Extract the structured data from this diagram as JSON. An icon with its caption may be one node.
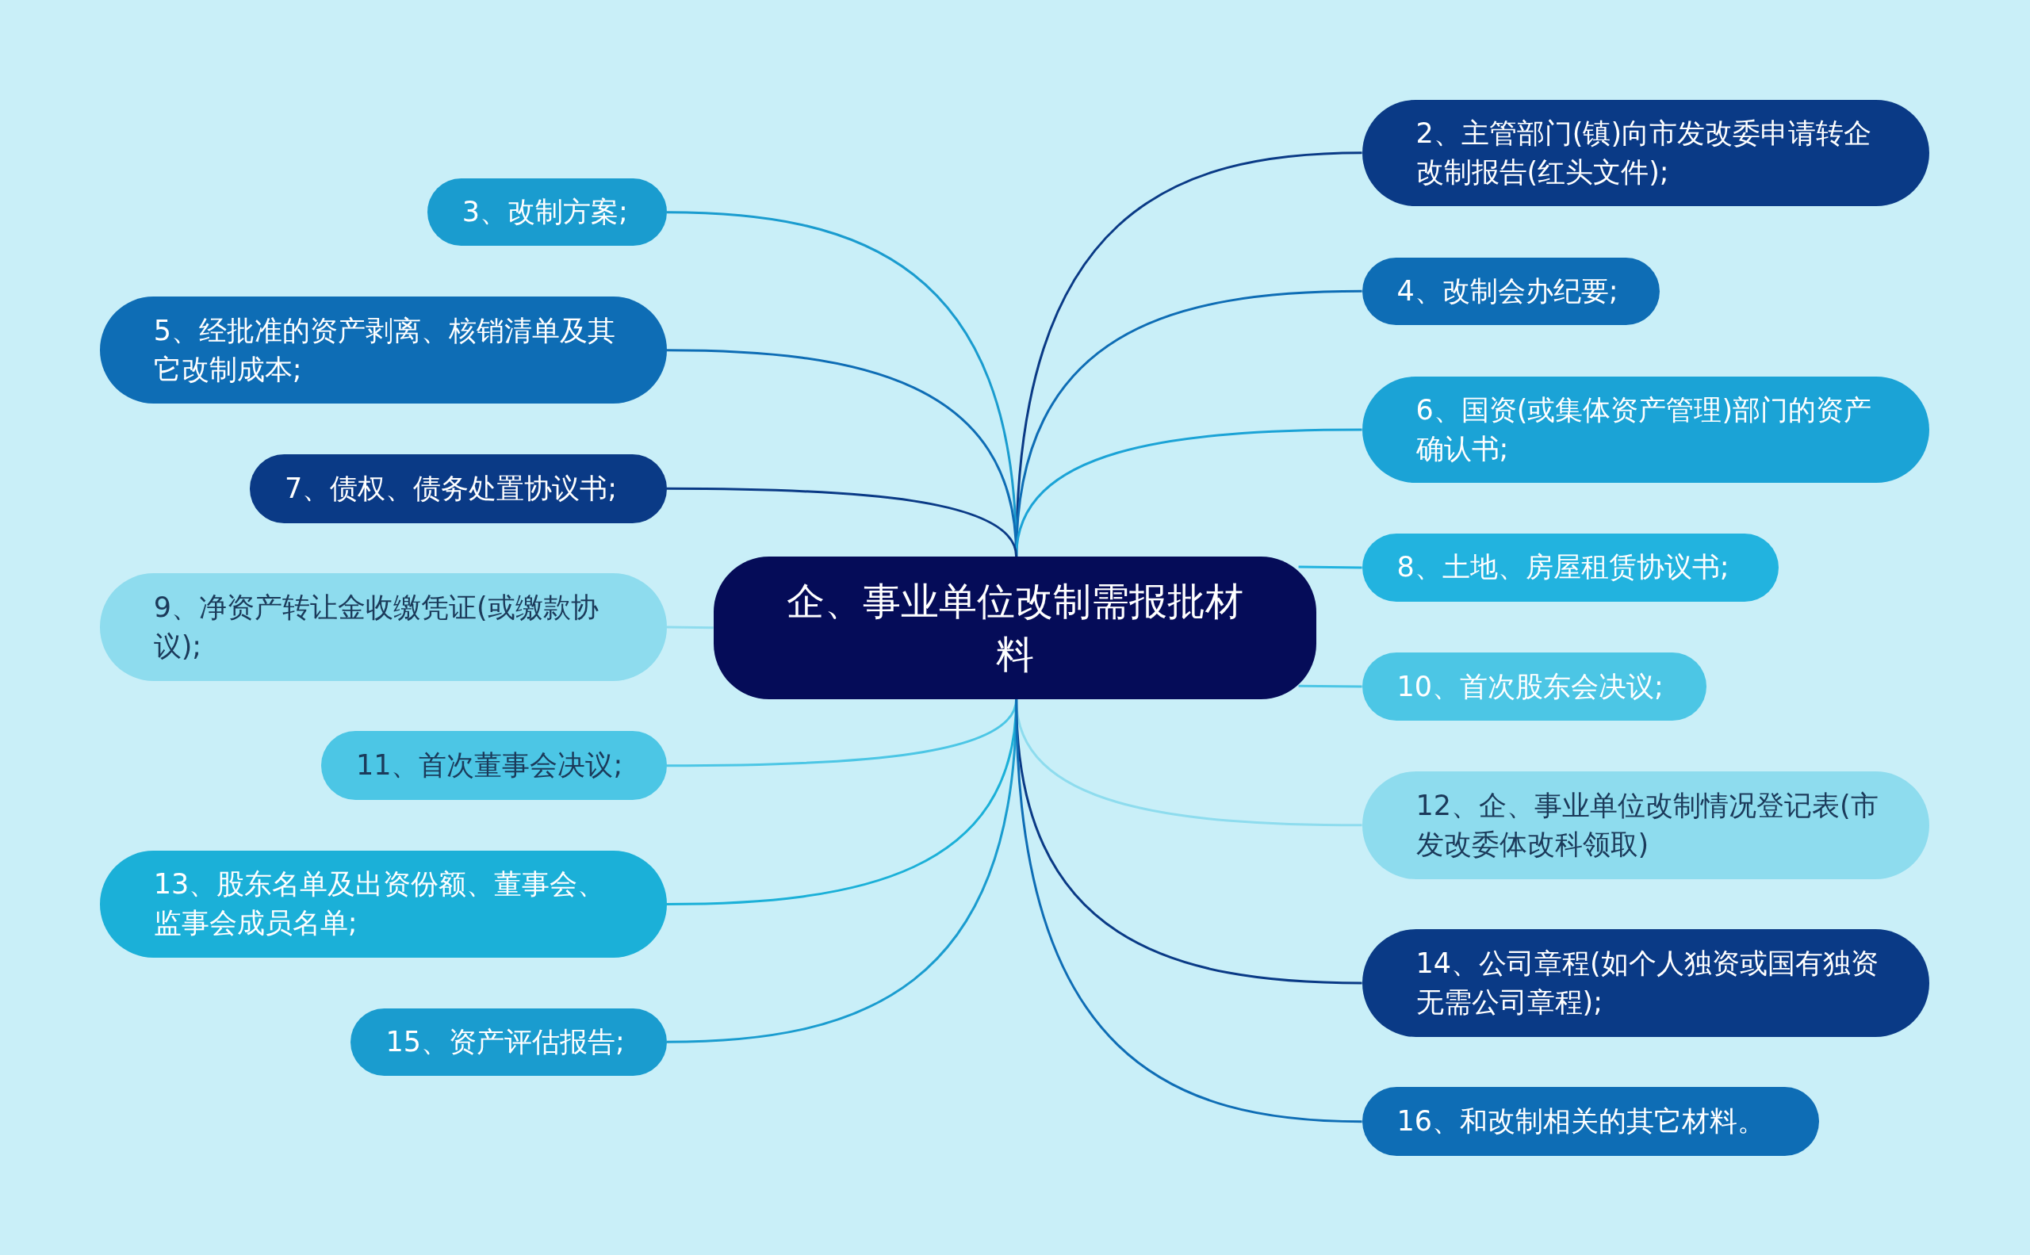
{
  "diagram": {
    "nodes": [
      {
        "text": [
          "企、事业单位改制需报批材料"
        ]
      },
      {
        "text": [
          "2、主管部门(镇)向市发改委申请转企改制报告(红头文件);"
        ]
      },
      {
        "text": [
          "3、改制方案;"
        ]
      },
      {
        "text": [
          "4、改制会办纪要;"
        ]
      },
      {
        "text": [
          "5、经批准的资产剥离、核销清单及其它改制成本;"
        ]
      },
      {
        "text": [
          "6、国资(或集体资产管理)部门的资产确认书;"
        ]
      },
      {
        "text": [
          "7、债权、债务处置协议书;"
        ]
      },
      {
        "text": [
          "8、土地、房屋租赁协议书;"
        ]
      },
      {
        "text": [
          "9、净资产转让金收缴凭证(或缴款协议);"
        ]
      },
      {
        "text": [
          "10、首次股东会决议;"
        ]
      },
      {
        "text": [
          "11、首次董事会决议;"
        ]
      },
      {
        "text": [
          "12、企、事业单位改制情况登记表(市发改委体改科领取)"
        ]
      },
      {
        "text": [
          "13、股东名单及出资份额、董事会、监事会成员名单;"
        ]
      },
      {
        "text": [
          "14、公司章程(如个人独资或国有独资无需公司章程);"
        ]
      },
      {
        "text": [
          "15、资产评估报告;"
        ]
      },
      {
        "text": [
          "16、和改制相关的其它材料。"
        ]
      }
    ],
    "edges": [
      {
        "from": 0,
        "to": 1,
        "arrow": "none",
        "color": "#0a3a86"
      },
      {
        "from": 0,
        "to": 2,
        "arrow": "none",
        "color": "#1a9ccf"
      },
      {
        "from": 0,
        "to": 3,
        "arrow": "none",
        "color": "#0e6db5"
      },
      {
        "from": 0,
        "to": 4,
        "arrow": "none",
        "color": "#0e6db5"
      },
      {
        "from": 0,
        "to": 5,
        "arrow": "none",
        "color": "#1ba3d6"
      },
      {
        "from": 0,
        "to": 6,
        "arrow": "none",
        "color": "#0a3a86"
      },
      {
        "from": 0,
        "to": 7,
        "arrow": "none",
        "color": "#22b3df"
      },
      {
        "from": 0,
        "to": 8,
        "arrow": "none",
        "color": "#8edcee"
      },
      {
        "from": 0,
        "to": 9,
        "arrow": "none",
        "color": "#4cc6e5"
      },
      {
        "from": 0,
        "to": 10,
        "arrow": "none",
        "color": "#4cc6e5"
      },
      {
        "from": 0,
        "to": 11,
        "arrow": "none",
        "color": "#8edcee"
      },
      {
        "from": 0,
        "to": 12,
        "arrow": "none",
        "color": "#1bb0d8"
      },
      {
        "from": 0,
        "to": 13,
        "arrow": "none",
        "color": "#0a3a86"
      },
      {
        "from": 0,
        "to": 14,
        "arrow": "none",
        "color": "#1a9ccf"
      },
      {
        "from": 0,
        "to": 15,
        "arrow": "none",
        "color": "#0e6db5"
      }
    ]
  }
}
